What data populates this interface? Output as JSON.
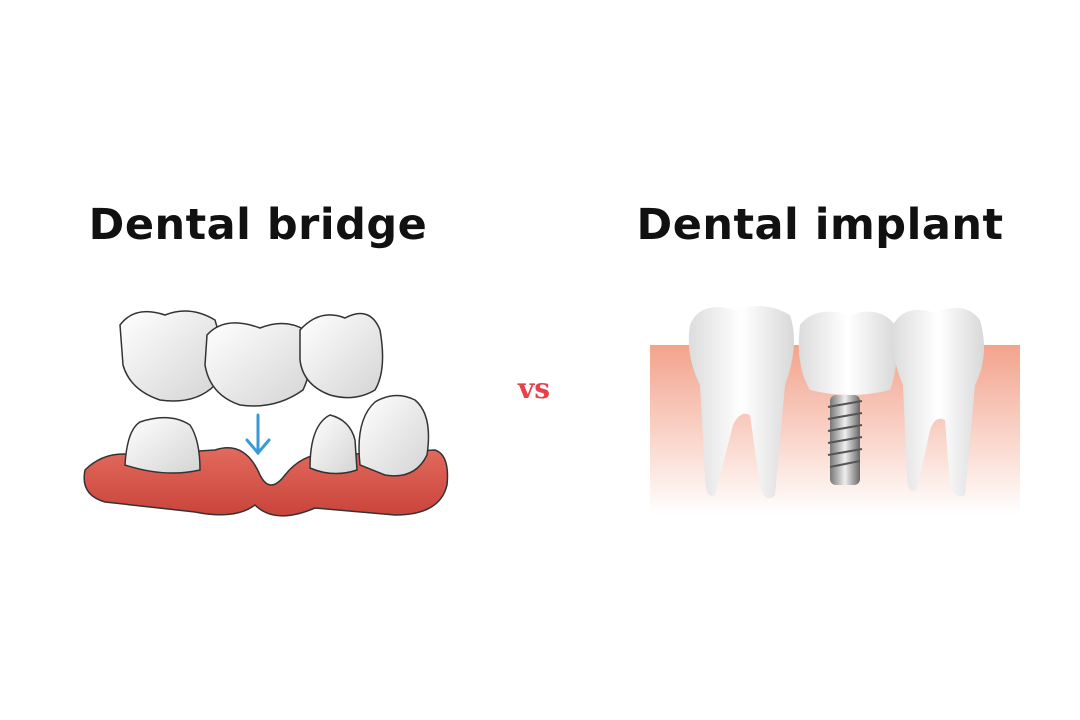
{
  "left": {
    "title": "Dental bridge"
  },
  "separator": {
    "label": "vs",
    "color": "#e8404a"
  },
  "right": {
    "title": "Dental implant"
  },
  "colors": {
    "gum": "#e0695c",
    "gum_light": "#f6c1a8",
    "tooth": "#f2f2f2",
    "arrow": "#3a9ad9"
  }
}
